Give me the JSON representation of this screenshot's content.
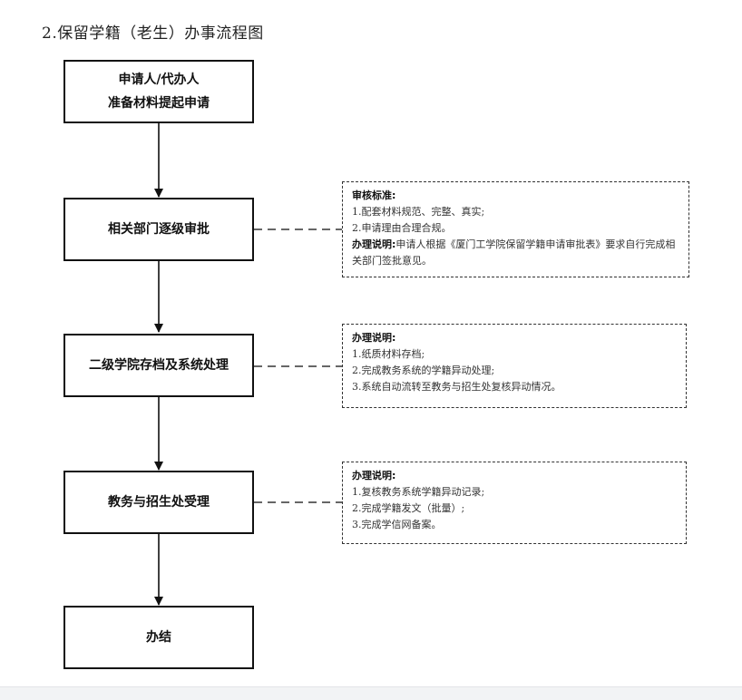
{
  "title": "2.保留学籍（老生）办事流程图",
  "steps": [
    {
      "line1": "申请人/代办人",
      "line2": "准备材料提起申请"
    },
    {
      "line1": "相关部门逐级审批"
    },
    {
      "line1": "二级学院存档及系统处理"
    },
    {
      "line1": "教务与招生处受理"
    },
    {
      "line1": "办结"
    }
  ],
  "notes": [
    {
      "heading": "审核标准:",
      "items": [
        "1.配套材料规范、完整、真实;",
        "2.申请理由合理合规。"
      ],
      "extra_label": "办理说明:",
      "extra_text": "申请人根据《厦门工学院保留学籍申请审批表》要求自行完成相关部门签批意见。"
    },
    {
      "heading": "办理说明:",
      "items": [
        "1.纸质材料存档;",
        "2.完成教务系统的学籍异动处理;",
        "3.系统自动流转至教务与招生处复核异动情况。"
      ]
    },
    {
      "heading": "办理说明:",
      "items": [
        "1.复核教务系统学籍异动记录;",
        "2.完成学籍发文（批量）;",
        "3.完成学信网备案。"
      ]
    }
  ]
}
